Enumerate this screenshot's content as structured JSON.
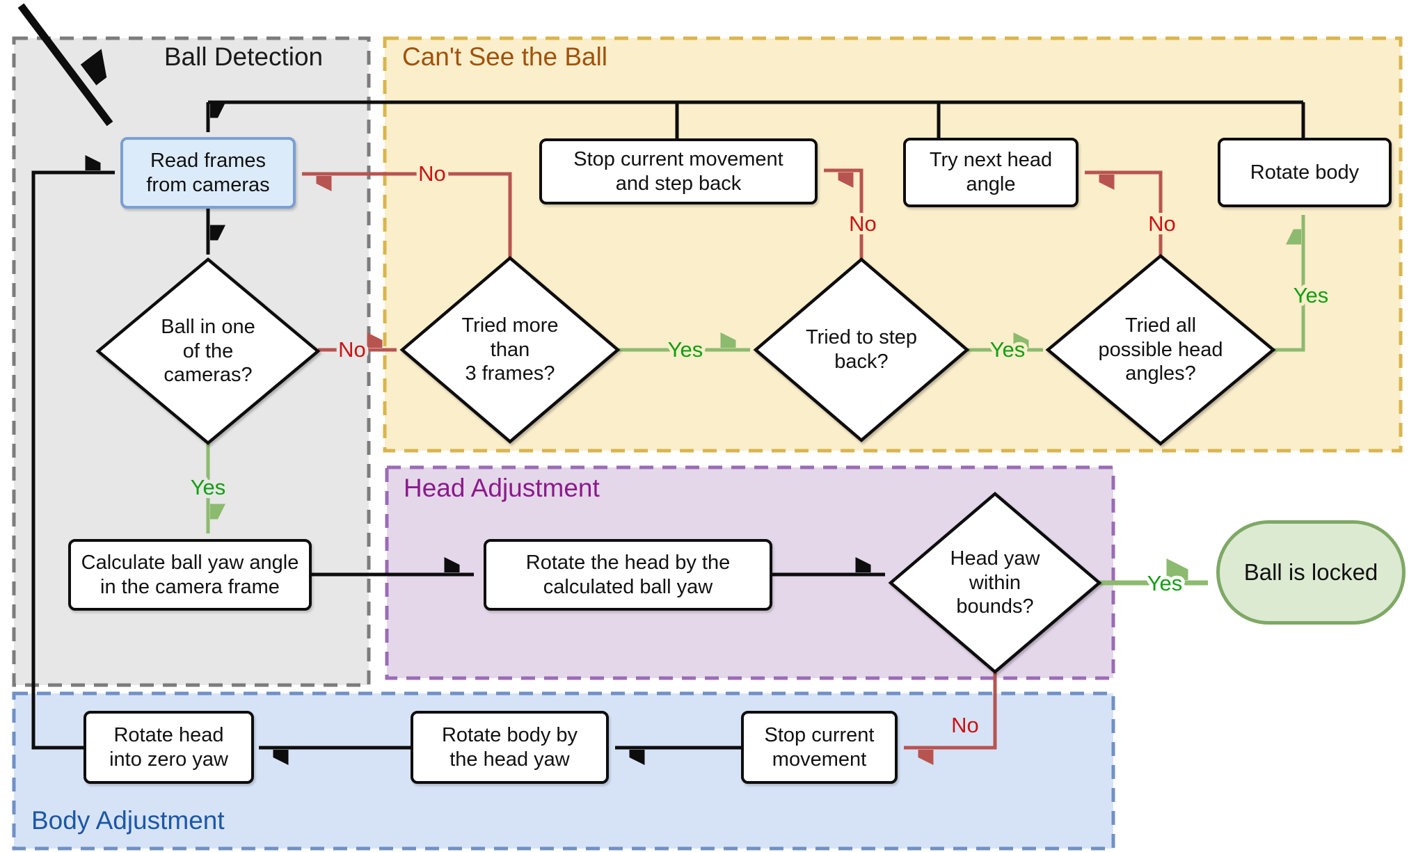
{
  "diagram": {
    "type": "flowchart",
    "regions": [
      {
        "id": "ball-detection",
        "label": "Ball Detection",
        "label_color": "#1a1a1a",
        "fill": "#e7e7e7",
        "border": "#7c7c7c"
      },
      {
        "id": "cant-see-the-ball",
        "label": "Can't See the Ball",
        "label_color": "#a0520a",
        "fill": "#fbeecb",
        "border": "#d9b54e"
      },
      {
        "id": "head-adjustment",
        "label": "Head Adjustment",
        "label_color": "#8b1a8b",
        "fill": "#e4d7ea",
        "border": "#9a6cb5"
      },
      {
        "id": "body-adjustment",
        "label": "Body Adjustment",
        "label_color": "#1c57a6",
        "fill": "#d6e3f7",
        "border": "#7191c4"
      }
    ],
    "nodes": {
      "read_frames": "Read frames\nfrom cameras",
      "ball_in_one": "Ball in one\nof the\ncameras?",
      "calc_yaw": "Calculate ball yaw angle\nin the camera frame",
      "tried_3frames": "Tried more\nthan\n3 frames?",
      "stop_and_step": "Stop current movement\nand step back",
      "tried_step_back": "Tried to step\nback?",
      "try_next_head": "Try next head\nangle",
      "tried_all_angles": "Tried all\npossible head\nangles?",
      "rotate_body": "Rotate body",
      "rotate_head_by": "Rotate the head by the\ncalculated ball yaw",
      "head_yaw": "Head yaw\nwithin\nbounds?",
      "ball_locked": "Ball is locked",
      "stop_current": "Stop current\nmovement",
      "rotate_body_yaw": "Rotate body by\nthe head yaw",
      "rotate_head_zero": "Rotate head\ninto zero yaw"
    },
    "labels": {
      "yes": "Yes",
      "no": "No"
    },
    "colors": {
      "edge_black": "#0d0d0d",
      "edge_red": "#b85450",
      "edge_green": "#8cba6e",
      "label_no": "#cc1111",
      "label_yes": "#119f11",
      "start_fill": "#dcebfa",
      "start_border": "#7b9fd4",
      "end_fill": "#dcead2",
      "end_border": "#7fa865"
    }
  }
}
